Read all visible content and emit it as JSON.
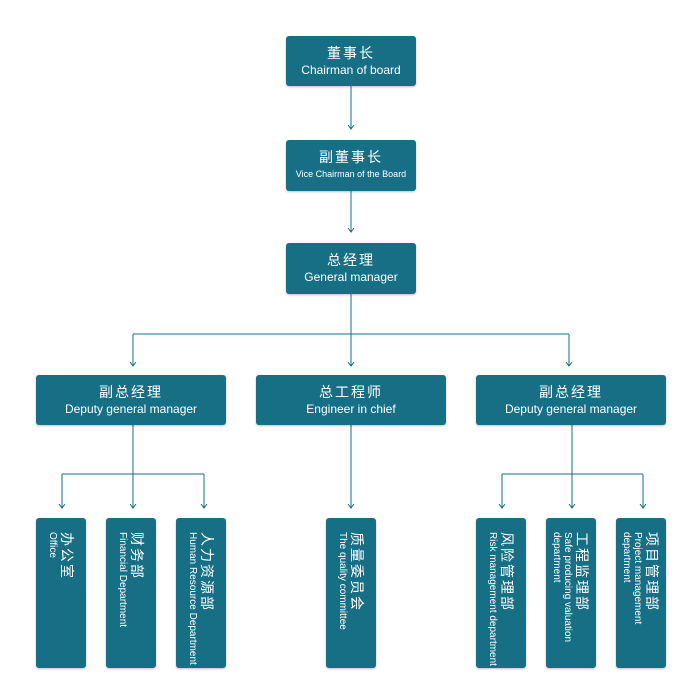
{
  "colors": {
    "box": "#176f86",
    "line": "#176f86",
    "text": "#ffffff"
  },
  "top": [
    {
      "cn": "董事长",
      "en": "Chairman of board"
    },
    {
      "cn": "副董事长",
      "en": "Vice Chairman of the Board"
    },
    {
      "cn": "总经理",
      "en": "General manager"
    }
  ],
  "middle": [
    {
      "cn": "副总经理",
      "en": "Deputy general manager"
    },
    {
      "cn": "总工程师",
      "en": "Engineer in chief"
    },
    {
      "cn": "副总经理",
      "en": "Deputy general manager"
    }
  ],
  "departments": [
    {
      "cn": "办公室",
      "en": "Office"
    },
    {
      "cn": "财务部",
      "en": "Financial Department"
    },
    {
      "cn": "人力资源部",
      "en": "Human Resource Department"
    },
    {
      "cn": "质量委员会",
      "en": "The quality committee"
    },
    {
      "cn": "风险管理部",
      "en": "Risk management department"
    },
    {
      "cn": "工程监理部",
      "en": "Safe producing valuation department"
    },
    {
      "cn": "项目管理部",
      "en": "Project management department"
    }
  ]
}
